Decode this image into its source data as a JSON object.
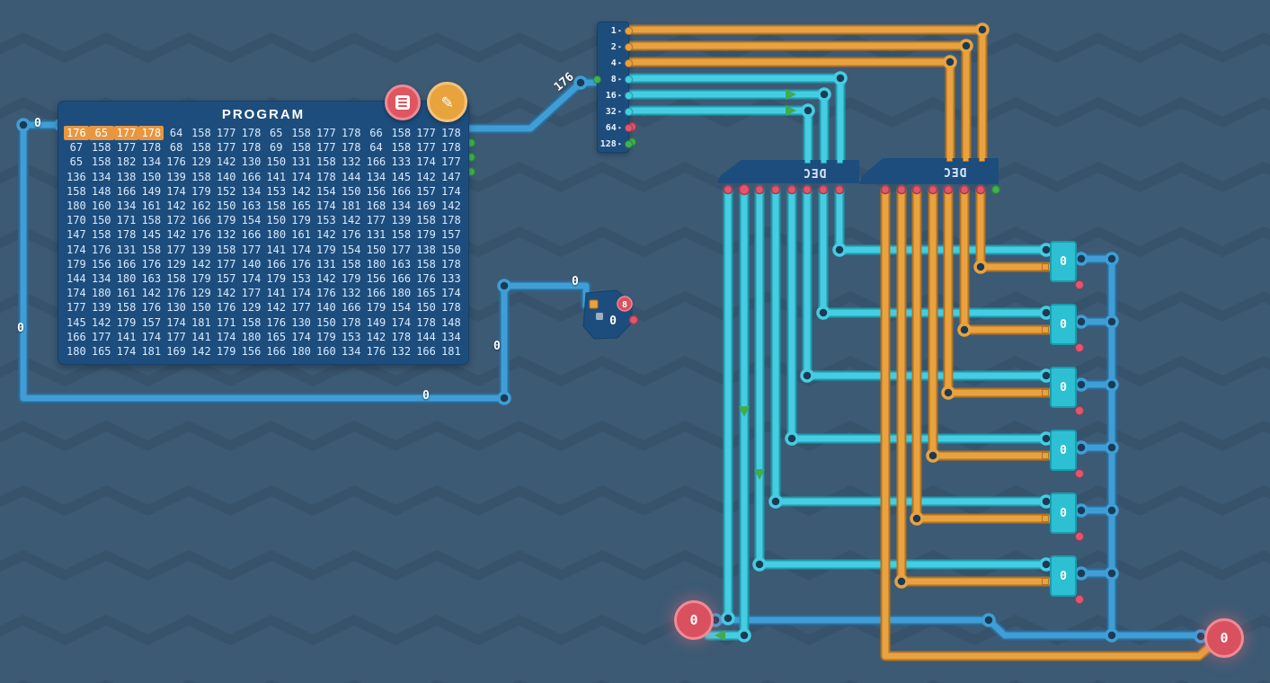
{
  "colors": {
    "background": "#3c5a74",
    "zigzag": "#37536c",
    "panel_blue": "#1d4d7d",
    "wire_blue": "#3f9ed6",
    "wire_cyan": "#45cde2",
    "wire_orange": "#e8a23f",
    "wire_green": "#3cae4e",
    "register_teal": "#2cc0d2",
    "node_red": "#d9505f",
    "pin_red": "#e2566c",
    "pin_green": "#3fb34f",
    "highlight_orange": "#e8963f"
  },
  "program": {
    "title": "PROGRAM",
    "highlight": {
      "row": 0,
      "cols": [
        0,
        1,
        2,
        3
      ]
    },
    "rows": [
      [
        176,
        65,
        177,
        178,
        64,
        158,
        177,
        178,
        65,
        158,
        177,
        178,
        66,
        158,
        177,
        178
      ],
      [
        67,
        158,
        177,
        178,
        68,
        158,
        177,
        178,
        69,
        158,
        177,
        178,
        64,
        158,
        177,
        178
      ],
      [
        65,
        158,
        182,
        134,
        176,
        129,
        142,
        130,
        150,
        131,
        158,
        132,
        166,
        133,
        174,
        177
      ],
      [
        136,
        134,
        138,
        150,
        139,
        158,
        140,
        166,
        141,
        174,
        178,
        144,
        134,
        145,
        142,
        147
      ],
      [
        158,
        148,
        166,
        149,
        174,
        179,
        152,
        134,
        153,
        142,
        154,
        150,
        156,
        166,
        157,
        174
      ],
      [
        180,
        160,
        134,
        161,
        142,
        162,
        150,
        163,
        158,
        165,
        174,
        181,
        168,
        134,
        169,
        142
      ],
      [
        170,
        150,
        171,
        158,
        172,
        166,
        179,
        154,
        150,
        179,
        153,
        142,
        177,
        139,
        158,
        178
      ],
      [
        147,
        158,
        178,
        145,
        142,
        176,
        132,
        166,
        180,
        161,
        142,
        176,
        131,
        158,
        179,
        157
      ],
      [
        174,
        176,
        131,
        158,
        177,
        139,
        158,
        177,
        141,
        174,
        179,
        154,
        150,
        177,
        138,
        150
      ],
      [
        179,
        156,
        166,
        176,
        129,
        142,
        177,
        140,
        166,
        176,
        131,
        158,
        180,
        163,
        158,
        178
      ],
      [
        144,
        134,
        180,
        163,
        158,
        179,
        157,
        174,
        179,
        153,
        142,
        179,
        156,
        166,
        176,
        133
      ],
      [
        174,
        180,
        161,
        142,
        176,
        129,
        142,
        177,
        141,
        174,
        176,
        132,
        166,
        180,
        165,
        174
      ],
      [
        177,
        139,
        158,
        176,
        130,
        150,
        176,
        129,
        142,
        177,
        140,
        166,
        179,
        154,
        150,
        178
      ],
      [
        145,
        142,
        179,
        157,
        174,
        181,
        171,
        158,
        176,
        130,
        150,
        178,
        149,
        174,
        178,
        148
      ],
      [
        166,
        177,
        141,
        174,
        177,
        141,
        174,
        180,
        165,
        174,
        179,
        153,
        142,
        178,
        144,
        134
      ],
      [
        180,
        165,
        174,
        181,
        169,
        142,
        179,
        156,
        166,
        180,
        160,
        134,
        176,
        132,
        166,
        181
      ]
    ]
  },
  "toolbar": {
    "view_icon": "list-icon",
    "edit_icon": "pencil-icon",
    "edit_glyph": "✎"
  },
  "splitter": {
    "arrow": "▸",
    "pins": [
      {
        "label": "1",
        "dot": "orange"
      },
      {
        "label": "2",
        "dot": "orange"
      },
      {
        "label": "4",
        "dot": "orange"
      },
      {
        "label": "8",
        "dot": "cyan"
      },
      {
        "label": "16",
        "dot": "cyan"
      },
      {
        "label": "32",
        "dot": "cyan"
      },
      {
        "label": "64",
        "dot": "red"
      },
      {
        "label": "128",
        "dot": "green"
      }
    ]
  },
  "decoders": [
    {
      "label": "DEC"
    },
    {
      "label": "DEC"
    }
  ],
  "registers": {
    "values": [
      "0",
      "0",
      "0",
      "0",
      "0",
      "0"
    ]
  },
  "counter": {
    "badge": "8",
    "value": "0"
  },
  "io": {
    "left_value": "0",
    "right_value": "0"
  },
  "wires": {
    "bus_label": "176",
    "labels": [
      "0",
      "0",
      "0",
      "0",
      "0"
    ]
  }
}
